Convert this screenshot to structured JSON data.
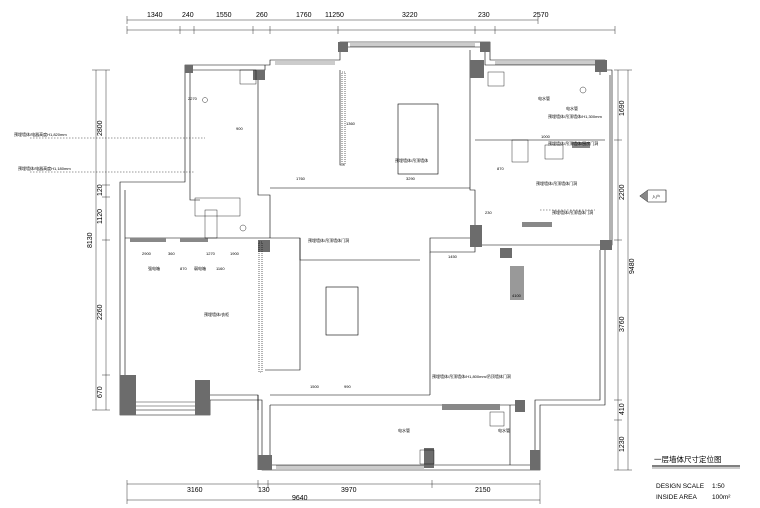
{
  "top_dims": {
    "overall": "11250",
    "segments": [
      "1340",
      "240",
      "1550",
      "260",
      "1760",
      "3220",
      "230",
      "2570"
    ]
  },
  "bottom_dims": {
    "overall": "9640",
    "segments": [
      "3160",
      "130",
      "3970",
      "2150"
    ]
  },
  "left_dims": {
    "overall": "8130",
    "segments": [
      "2800",
      "120",
      "1120",
      "2260",
      "670"
    ]
  },
  "right_dims": {
    "overall": "9480",
    "segments": [
      "1690",
      "2200",
      "3760",
      "410",
      "1230"
    ]
  },
  "interior_dims": [
    "2270",
    "1760",
    "3290",
    "870",
    "1000",
    "1450",
    "4100",
    "1500",
    "990",
    "1900",
    "2900",
    "360",
    "1270",
    "870",
    "1160",
    "230",
    "1360",
    "900"
  ],
  "annotations": [
    "预埋墙体/电器高度H1,820mm",
    "预埋墙体/电器高度H1,180mm",
    "强电箱",
    "弱电箱",
    "预埋墙体/吊顶墙体",
    "预埋墙体/吊顶墙体/H1,300mm",
    "预埋墙体/吊顶墙体/厨房门洞",
    "预埋墙体/吊顶墙体门洞",
    "预埋墙体/吊顶墙体门洞",
    "预埋墙体/衣柜",
    "预埋墙体/吊顶墙体门洞",
    "预埋墙体/吊顶墙体/H1,800mm/吊顶墙体门洞",
    "电水管",
    "电水管",
    "电水管",
    "电水管"
  ],
  "entrance": {
    "label": "入户"
  },
  "title": {
    "text": "一层墙体尺寸定位图"
  },
  "scale": {
    "label": "DESIGN SCALE",
    "value": "1:50"
  },
  "area": {
    "label": "INSIDE AREA",
    "value": "100m²"
  },
  "colors": {
    "line": "#000000",
    "hatch": "#6c6c6c",
    "background": "#ffffff"
  }
}
